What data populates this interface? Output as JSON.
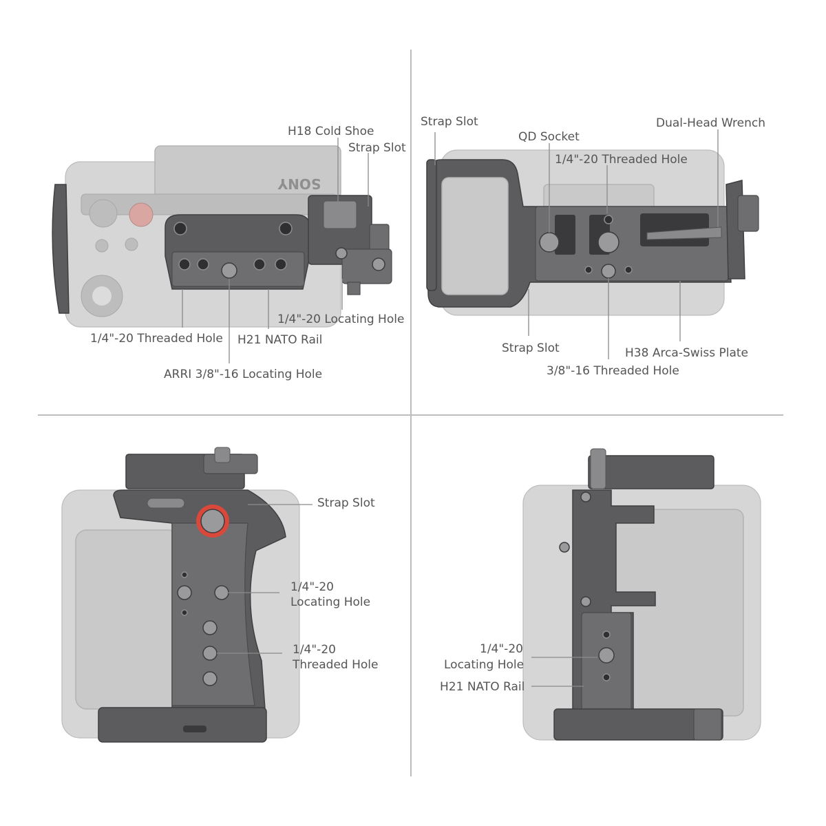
{
  "panels": {
    "top_left": {
      "brand": "SONY",
      "labels": {
        "h18_cold_shoe": "H18 Cold Shoe",
        "strap_slot": "Strap Slot",
        "locating_hole_quarter": "1/4\"-20 Locating Hole",
        "threaded_hole_quarter": "1/4\"-20 Threaded Hole",
        "h21_nato_rail": "H21 NATO Rail",
        "arri_locating_hole": "ARRI 3/8\"-16 Locating Hole"
      }
    },
    "top_right": {
      "labels": {
        "strap_slot_left": "Strap Slot",
        "qd_socket": "QD Socket",
        "threaded_hole_quarter": "1/4\"-20 Threaded Hole",
        "dual_head_wrench": "Dual-Head Wrench",
        "strap_slot_bottom": "Strap Slot",
        "h38_arca_swiss_plate": "H38 Arca-Swiss Plate",
        "threaded_hole_three_eighths": "3/8\"-16 Threaded Hole"
      }
    },
    "bottom_left": {
      "labels": {
        "strap_slot": "Strap Slot",
        "locating_hole_line1": "1/4\"-20",
        "locating_hole_line2": "Locating Hole",
        "threaded_hole_line1": "1/4\"-20",
        "threaded_hole_line2": "Threaded Hole"
      }
    },
    "bottom_right": {
      "labels": {
        "locating_hole_line1": "1/4\"-20",
        "locating_hole_line2": "Locating Hole",
        "h21_nato_rail": "H21 NATO Rail"
      }
    }
  },
  "colors": {
    "cage": "#5c5c5e",
    "camera_body": "#c9c9c9",
    "label_text": "#555555",
    "leader_line": "#8a8a8a",
    "divider": "#bdbdbd",
    "accent_ring": "#d9483b"
  }
}
